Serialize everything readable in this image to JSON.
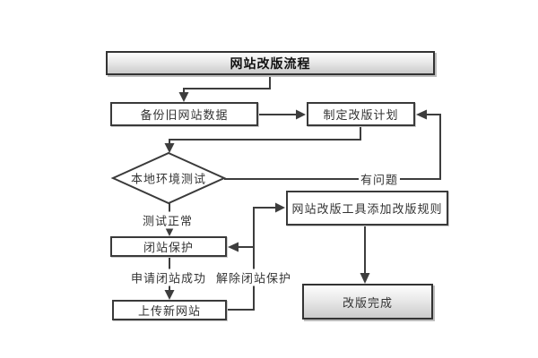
{
  "diagram": {
    "type": "flowchart",
    "background": "#ffffff",
    "colors": {
      "line": "#3d3d3d",
      "box_border": "#3a3a3a",
      "box_fill": "#ffffff",
      "terminal_fill_top": "#fdfdfd",
      "terminal_fill_bottom": "#cbcbcb",
      "text": "#333333"
    },
    "nodes": {
      "title": {
        "label": "网站改版流程",
        "shape": "terminal"
      },
      "backup": {
        "label": "备份旧网站数据",
        "shape": "process"
      },
      "plan": {
        "label": "制定改版计划",
        "shape": "process"
      },
      "test": {
        "label": "本地环境测试",
        "shape": "decision"
      },
      "tool": {
        "label": "网站改版工具添加改版规则",
        "shape": "process"
      },
      "protect": {
        "label": "闭站保护",
        "shape": "process"
      },
      "upload": {
        "label": "上传新网站",
        "shape": "process"
      },
      "done": {
        "label": "改版完成",
        "shape": "terminal"
      }
    },
    "edges": [
      {
        "from": "title",
        "to": "backup",
        "label": ""
      },
      {
        "from": "backup",
        "to": "plan",
        "label": ""
      },
      {
        "from": "plan",
        "to": "test",
        "label": ""
      },
      {
        "from": "test",
        "to": "plan",
        "label": "有问题"
      },
      {
        "from": "test",
        "to": "protect",
        "label": "测试正常"
      },
      {
        "from": "protect",
        "to": "upload",
        "label": "申请闭站成功"
      },
      {
        "from": "upload",
        "to": "tool",
        "label": "解除闭站保护"
      },
      {
        "from": "upload",
        "to": "protect",
        "label": ""
      },
      {
        "from": "tool",
        "to": "done",
        "label": ""
      }
    ]
  }
}
